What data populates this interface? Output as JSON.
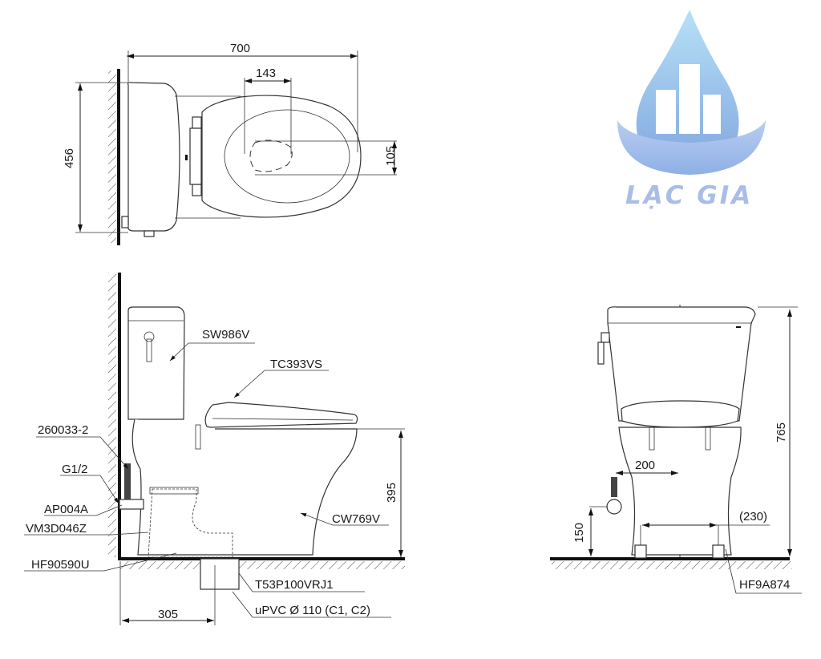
{
  "logo": {
    "brand_text": "LẠC GIA",
    "icon": "water-drop-buildings-icon",
    "colors": {
      "drop_top": "#9fd3f3",
      "drop_bottom": "#7fa7e0",
      "text": "#a9bde6"
    }
  },
  "top_view": {
    "dimensions": {
      "overall_length": "700",
      "bowl_offset": "143",
      "hole_offset": "105",
      "overall_width": "456"
    }
  },
  "side_view": {
    "dimensions": {
      "seat_height": "395",
      "rough_in": "305"
    },
    "parts": {
      "tank": "SW986V",
      "seat": "TC393VS",
      "bowl": "CW769V",
      "hose": "260033-2",
      "thread": "G1/2",
      "stop_valve": "AP004A",
      "valve_set": "VM3D046Z",
      "flange": "HF90590U",
      "adapter": "T53P100VRJ1",
      "pipe": "uPVC Ø 110 (C1, C2)"
    }
  },
  "front_view": {
    "dimensions": {
      "total_height": "765",
      "inlet_offset": "200",
      "inlet_height": "150",
      "bolt_spacing": "(230)"
    },
    "parts": {
      "floor_bolt": "HF9A874"
    }
  }
}
